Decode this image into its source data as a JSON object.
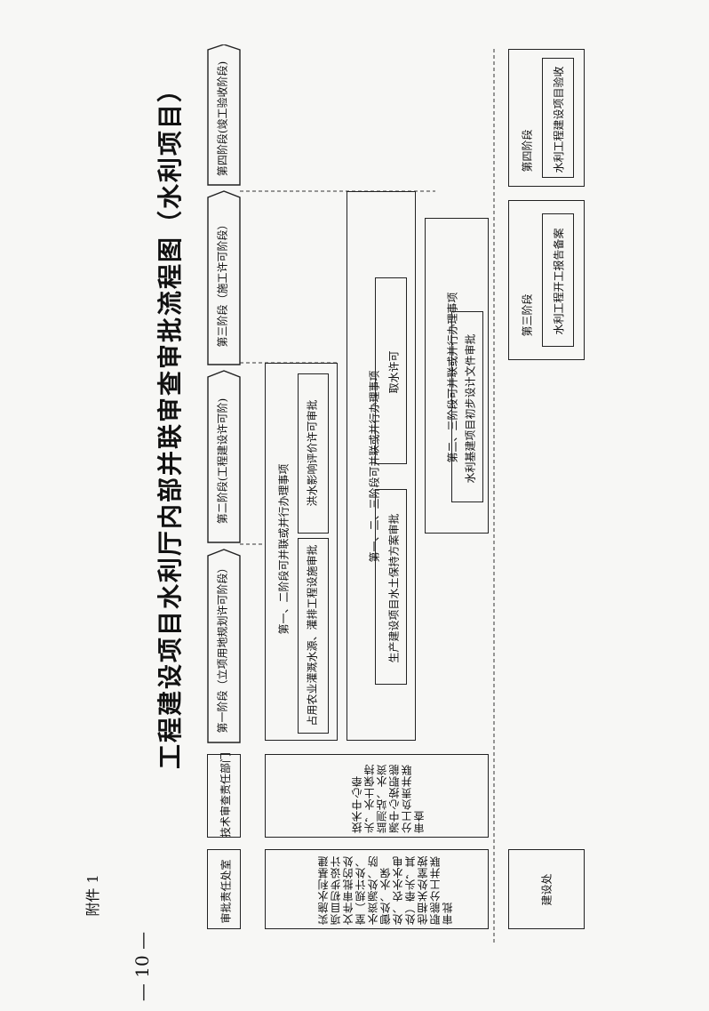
{
  "attachment_label": "附件 1",
  "page_number": "— 10 —",
  "title": "工程建设项目水利厅内部并联审查审批流程图（水利项目）",
  "roles": {
    "approval_dept": "审批责任处室",
    "tech_dept": "技术审查责任部门",
    "construction_dept": "建设处"
  },
  "stages": {
    "s1": "第一阶段（立项用地规划许可阶段）",
    "s2": "第二阶段(工程建设许可阶)",
    "s3": "第三阶段（施工许可阶段）",
    "s4": "第四阶段(竣工验收阶段)"
  },
  "groups": {
    "g12": "第一、二阶段可并联或并行办理事项",
    "g123": "第一、二、三阶段可并联或并行办理事项",
    "g23": "第二、三阶段可并联或并行办理事项",
    "third_stage": "第三阶段",
    "fourth_stage": "第四阶段"
  },
  "items": {
    "irrigation": "占用农业灌溉水源、灌排工程设施审批",
    "flood": "洪水影响评价许可审批",
    "soil": "生产建设项目水土保持方案审批",
    "water_permit": "取水许可",
    "preliminary_design": "水利基建项目初步设计文件审批",
    "start_report": "水利工程开工报告备案",
    "acceptance": "水利工程建设项目验收"
  },
  "texts": {
    "approval_desc": "实施水利基建项目初步设计文件审批的处室（规计处、水资源处、防御处、水保处、农水水电处）牵头，其他相关处室按职能分工并联审批",
    "tech_desc": "技术中心牵头，水土保持监测站、水资源中心按职能分工负责并联审查"
  }
}
